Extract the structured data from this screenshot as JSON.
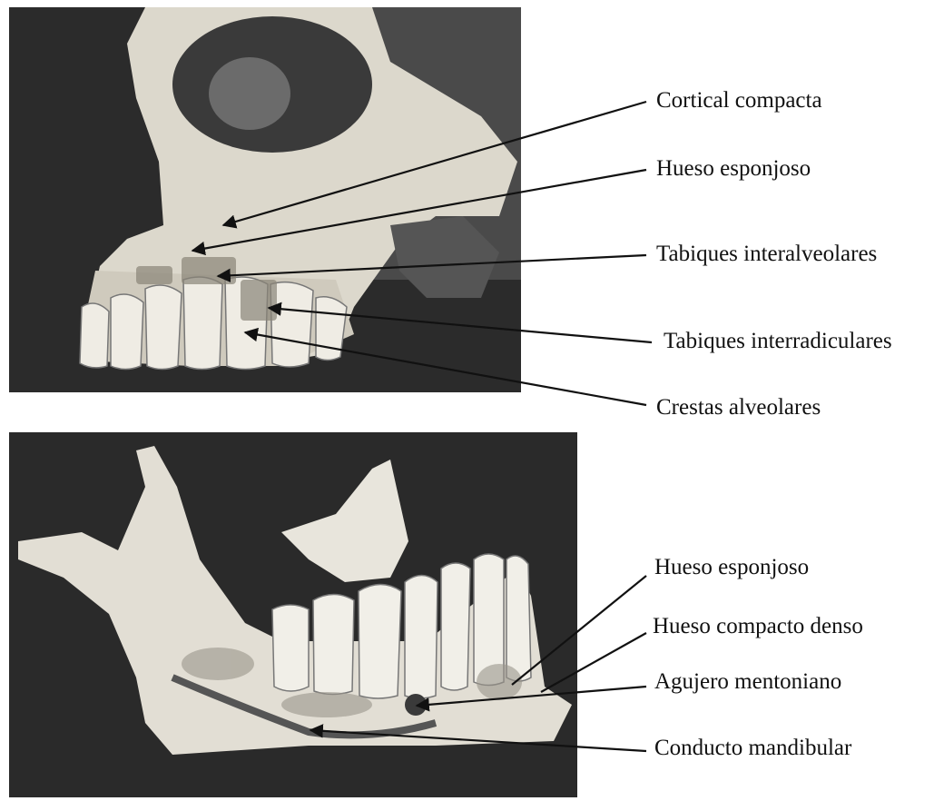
{
  "upper_figure": {
    "labels": [
      "Cortical compacta",
      "Hueso esponjoso",
      "Tabiques interalveolares",
      "Tabiques interradiculares",
      "Crestas alveolares"
    ]
  },
  "lower_figure": {
    "labels": [
      "Hueso esponjoso",
      "Hueso compacto denso",
      "Agujero mentoniano",
      "Conducto mandibular"
    ]
  },
  "colors": {
    "photo_background": "#2a2a2a",
    "bone": "#e4e1d8",
    "leader_line": "#111111"
  }
}
